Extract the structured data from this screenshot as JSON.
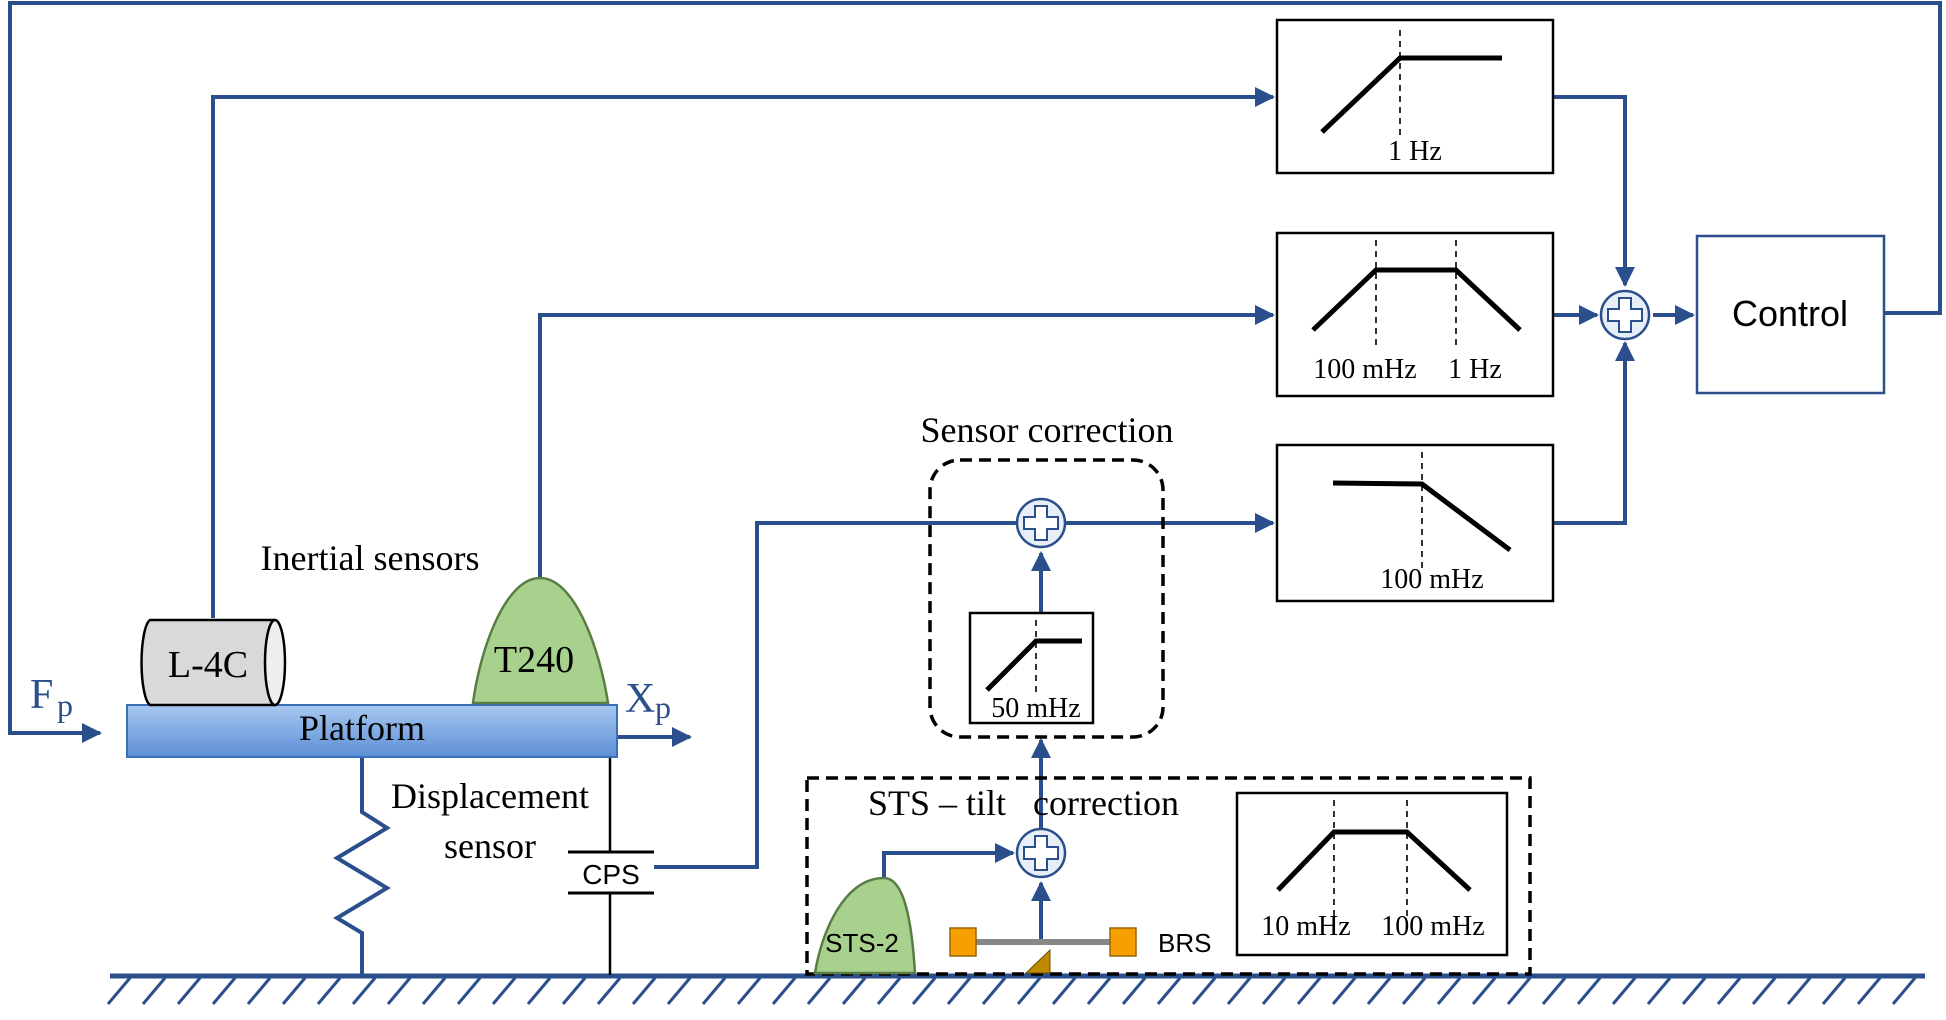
{
  "labels": {
    "fp_main": "F",
    "fp_sub": "p",
    "xp_main": "X",
    "xp_sub": "p",
    "platform": "Platform",
    "l4c": "L-4C",
    "t240": "T240",
    "inertial_sensors": "Inertial sensors",
    "displacement_line1": "Displacement",
    "displacement_line2": "sensor",
    "cps": "CPS",
    "sensor_correction": "Sensor correction",
    "sts_tilt_correction": "STS – tilt   correction",
    "sts2": "STS-2",
    "brs": "BRS",
    "control": "Control"
  },
  "filters": {
    "highpass_1hz": "1 Hz",
    "bandpass_low": "100 mHz",
    "bandpass_high": "1 Hz",
    "lowpass_100mhz": "100 mHz",
    "highpass_50mhz": "50 mHz",
    "tilt_band_low": "10 mHz",
    "tilt_band_high": "100 mHz"
  },
  "colors": {
    "wire": "#2b4f8c",
    "platform_top": "#a8c8f0",
    "platform_bottom": "#5c8fd6",
    "seismometer_fill": "#a9d18e",
    "l4c_fill": "#d9d9d9",
    "brs_mass": "#f5a000",
    "brs_pivot": "#c08a00",
    "sum_fill": "#e8eef7"
  }
}
